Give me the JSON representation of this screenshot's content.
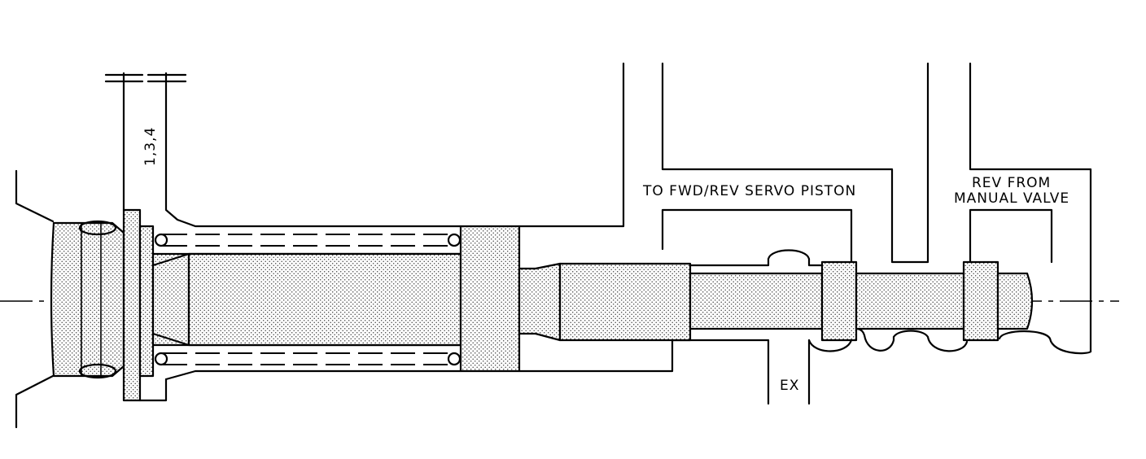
{
  "labels": {
    "passage_134": "1,3,4",
    "servo_passage": "TO FWD/REV SERVO PISTON",
    "rev_line_1": "REV FROM",
    "rev_line_2": "MANUAL VALVE",
    "exhaust": "EX"
  },
  "style": {
    "line_color": "#000000",
    "fill_pattern": "stipple-dots",
    "background": "#ffffff"
  }
}
